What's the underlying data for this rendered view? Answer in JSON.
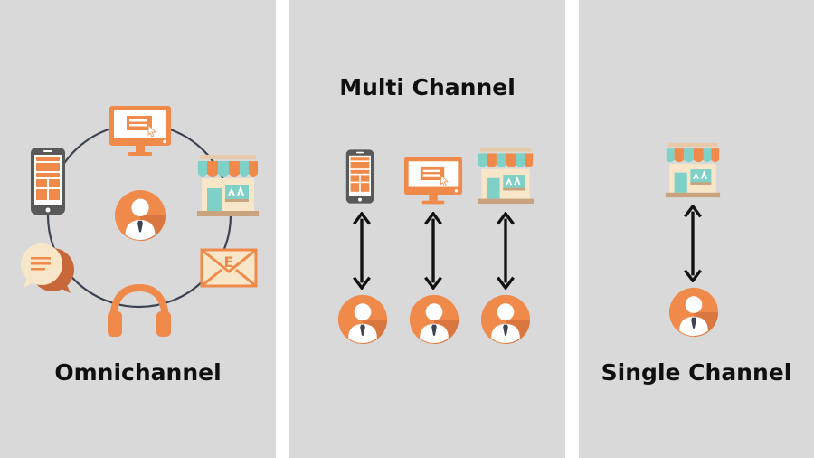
{
  "panels": {
    "omnichannel": {
      "title": "Omnichannel"
    },
    "multi_channel": {
      "title": "Multi Channel"
    },
    "single_channel": {
      "title": "Single Channel"
    }
  },
  "icons": {
    "omnichannel": [
      "monitor-icon",
      "phone-icon",
      "store-icon",
      "user-icon",
      "chat-icon",
      "email-icon",
      "headphones-icon"
    ],
    "multi_channel": [
      "phone-icon",
      "monitor-icon",
      "store-icon",
      "double-arrow-icon",
      "user-icon"
    ],
    "single_channel": [
      "store-icon",
      "double-arrow-icon",
      "user-icon"
    ]
  },
  "email_icon_letter": "E",
  "colors": {
    "background": "#d9d9d9",
    "divider": "#ffffff",
    "orange": "#f08a4b",
    "dark_orange": "#c8683a",
    "teal": "#7fd1c8",
    "cream": "#f7e6c8",
    "dark_gray": "#595959",
    "circle_line": "#3d4350"
  }
}
